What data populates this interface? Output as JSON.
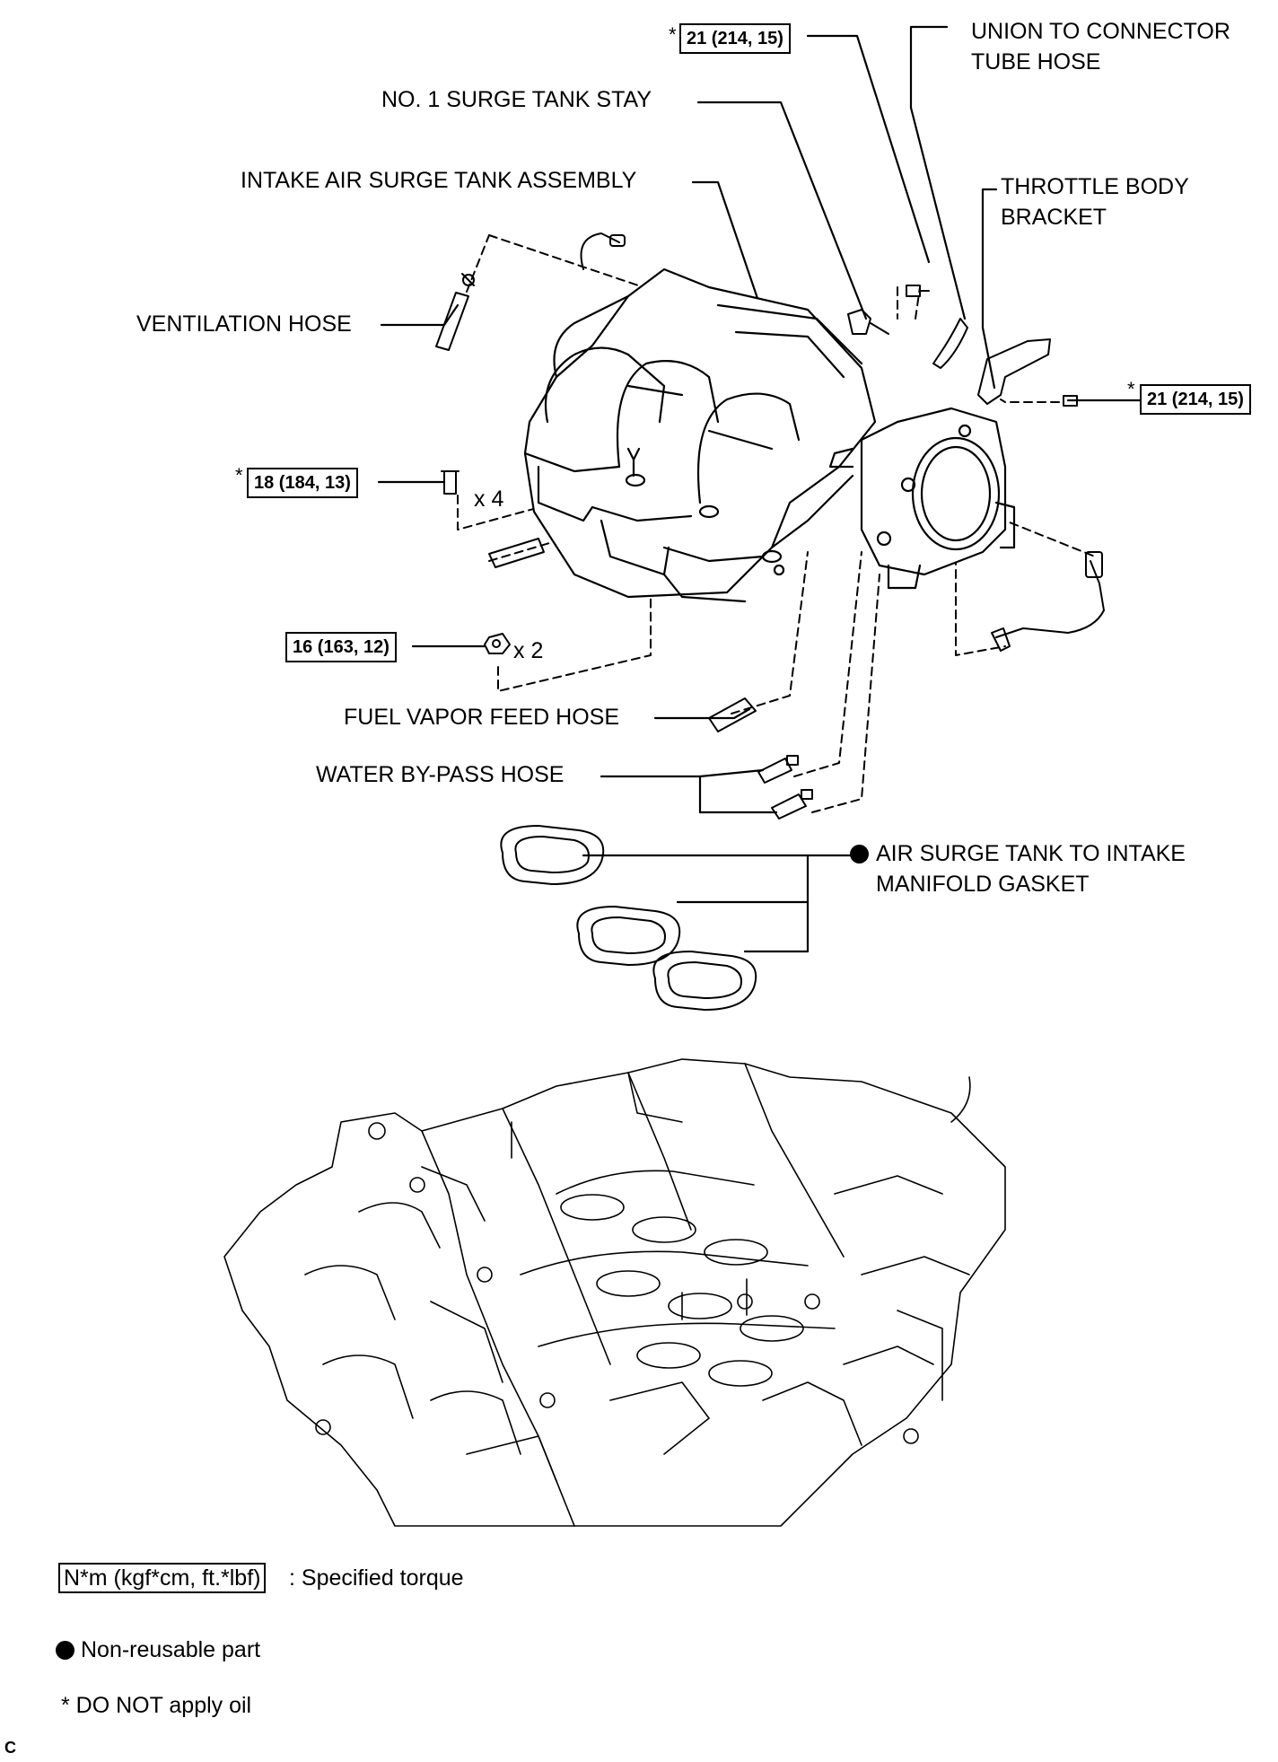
{
  "parts": {
    "union_to_connector_tube_hose": "UNION TO CONNECTOR",
    "union_to_connector_tube_hose_2": "TUBE HOSE",
    "no1_surge_tank_stay": "NO. 1 SURGE TANK STAY",
    "intake_air_surge_tank_assembly": "INTAKE AIR SURGE TANK ASSEMBLY",
    "throttle_body_bracket": "THROTTLE BODY",
    "throttle_body_bracket_2": "BRACKET",
    "ventilation_hose": "VENTILATION HOSE",
    "fuel_vapor_feed_hose": "FUEL VAPOR FEED HOSE",
    "water_bypass_hose": "WATER BY-PASS HOSE",
    "gasket": "AIR SURGE TANK TO INTAKE",
    "gasket_2": "MANIFOLD GASKET"
  },
  "torques": {
    "stay_bolt": "21 (214, 15)",
    "bracket_bolt": "21 (214, 15)",
    "manifold_bolt": "18 (184, 13)",
    "nut": "16 (163, 12)"
  },
  "multipliers": {
    "bolt_qty": "x 4",
    "nut_qty": "x 2"
  },
  "asterisk": "*",
  "legend": {
    "torque_box": "N*m (kgf*cm, ft.*lbf)",
    "torque_desc": ": Specified torque",
    "non_reusable": "Non-reusable part",
    "no_oil": "* DO NOT apply oil"
  },
  "figure_code": "C"
}
